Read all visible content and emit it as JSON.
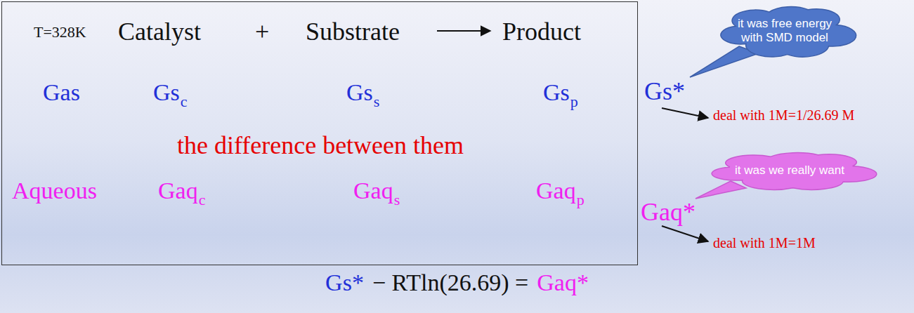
{
  "diagram": {
    "nodes": [
      {
        "text": [
          "T=328K",
          "Catalyst",
          "+",
          "Substrate",
          "Product",
          "Gas",
          "Gs",
          "c",
          "Gs",
          "s",
          "Gs",
          "p",
          "the difference between them",
          "Aqueous",
          "Gaq",
          "c",
          "Gaq",
          "s",
          "Gaq",
          "p"
        ]
      },
      {
        "text": [
          "it was free energy with SMD model"
        ]
      },
      {
        "text": [
          "it was we really want"
        ]
      }
    ],
    "labels": [
      "Gs*",
      "deal with 1M=1/26.69 M",
      "Gaq*",
      "deal with 1M=1M",
      "Gs*",
      "− RTln(26.69) =",
      "Gaq*"
    ]
  }
}
